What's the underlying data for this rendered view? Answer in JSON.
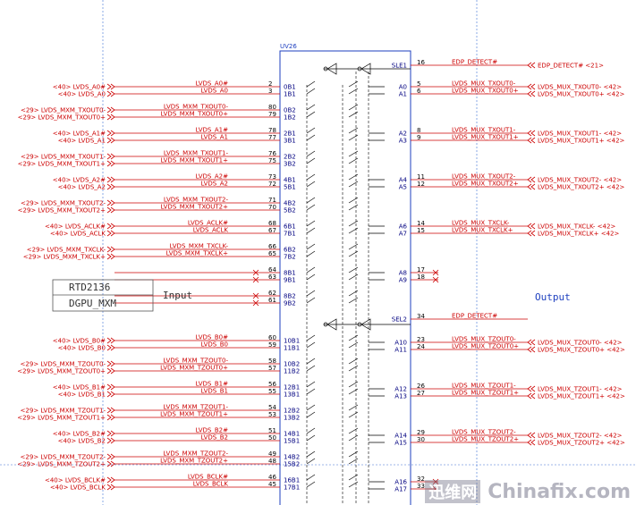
{
  "chip": {
    "name": "UV26",
    "left_pins": [
      "0B1",
      "1B1",
      "0B2",
      "1B2",
      "2B1",
      "3B1",
      "2B2",
      "3B2",
      "4B1",
      "5B1",
      "4B2",
      "5B2",
      "6B1",
      "7B1",
      "6B2",
      "7B2",
      "8B1",
      "9B1",
      "8B2",
      "9B2",
      "10B1",
      "11B1",
      "10B2",
      "11B2",
      "12B1",
      "13B1",
      "12B2",
      "13B2",
      "14B1",
      "15B1",
      "14B2",
      "15B2",
      "16B1",
      "17B1"
    ],
    "left_nums": [
      "2",
      "3",
      "80",
      "79",
      "78",
      "77",
      "76",
      "75",
      "73",
      "72",
      "71",
      "70",
      "68",
      "67",
      "66",
      "65",
      "64",
      "63",
      "62",
      "61",
      "60",
      "59",
      "58",
      "57",
      "56",
      "55",
      "54",
      "53",
      "51",
      "50",
      "49",
      "48",
      "46",
      "45"
    ],
    "right_pins": [
      "SLE1",
      "A0",
      "A1",
      "A2",
      "A3",
      "A4",
      "A5",
      "A6",
      "A7",
      "A8",
      "A9",
      "SEL2",
      "A10",
      "A11",
      "A12",
      "A13",
      "A14",
      "A15",
      "A16",
      "A17"
    ],
    "right_nums": [
      "16",
      "5",
      "6",
      "8",
      "9",
      "11",
      "12",
      "14",
      "15",
      "17",
      "18",
      "34",
      "23",
      "24",
      "26",
      "27",
      "29",
      "30",
      "32",
      "33"
    ]
  },
  "left_inputs": [
    {
      "ext": "<40> LVDS_A0#",
      "net": "LVDS_A0#"
    },
    {
      "ext": "<40> LVDS_A0",
      "net": "LVDS_A0"
    },
    {
      "ext": "<29> LVDS_MXM_TXOUT0-",
      "net": "LVDS_MXM_TXOUT0-"
    },
    {
      "ext": "<29> LVDS_MXM_TXOUT0+",
      "net": "LVDS_MXM_TXOUT0+"
    },
    {
      "ext": "<40> LVDS_A1#",
      "net": "LVDS_A1#"
    },
    {
      "ext": "<40> LVDS_A1",
      "net": "LVDS_A1"
    },
    {
      "ext": "<29> LVDS_MXM_TXOUT1-",
      "net": "LVDS_MXM_TXOUT1-"
    },
    {
      "ext": "<29> LVDS_MXM_TXOUT1+",
      "net": "LVDS_MXM_TXOUT1+"
    },
    {
      "ext": "<40> LVDS_A2#",
      "net": "LVDS_A2#"
    },
    {
      "ext": "<40> LVDS_A2",
      "net": "LVDS_A2"
    },
    {
      "ext": "<29> LVDS_MXM_TXOUT2-",
      "net": "LVDS_MXM_TXOUT2-"
    },
    {
      "ext": "<29> LVDS_MXM_TXOUT2+",
      "net": "LVDS_MXM_TXOUT2+"
    },
    {
      "ext": "<40> LVDS_ACLK#",
      "net": "LVDS_ACLK#"
    },
    {
      "ext": "<40> LVDS_ACLK",
      "net": "LVDS_ACLK"
    },
    {
      "ext": "<29> LVDS_MXM_TXCLK-",
      "net": "LVDS_MXM_TXCLK-"
    },
    {
      "ext": "<29> LVDS_MXM_TXCLK+",
      "net": "LVDS_MXM_TXCLK+"
    },
    {
      "ext": "",
      "net": ""
    },
    {
      "ext": "",
      "net": ""
    },
    {
      "ext": "",
      "net": ""
    },
    {
      "ext": "",
      "net": ""
    },
    {
      "ext": "<40> LVDS_B0#",
      "net": "LVDS_B0#"
    },
    {
      "ext": "<40> LVDS_B0",
      "net": "LVDS_B0"
    },
    {
      "ext": "<29> LVDS_MXM_TZOUT0-",
      "net": "LVDS_MXM_TZOUT0-"
    },
    {
      "ext": "<29> LVDS_MXM_TZOUT0+",
      "net": "LVDS_MXM_TZOUT0+"
    },
    {
      "ext": "<40> LVDS_B1#",
      "net": "LVDS_B1#"
    },
    {
      "ext": "<40> LVDS_B1",
      "net": "LVDS_B1"
    },
    {
      "ext": "<29> LVDS_MXM_TZOUT1-",
      "net": "LVDS_MXM_TZOUT1-"
    },
    {
      "ext": "<29> LVDS_MXM_TZOUT1+",
      "net": "LVDS_MXM_TZOUT1+"
    },
    {
      "ext": "<40> LVDS_B2#",
      "net": "LVDS_B2#"
    },
    {
      "ext": "<40> LVDS_B2",
      "net": "LVDS_B2"
    },
    {
      "ext": "<29> LVDS_MXM_TZOUT2-",
      "net": "LVDS_MXM_TZOUT2-"
    },
    {
      "ext": "<29> LVDS_MXM_TZOUT2+",
      "net": "LVDS_MXM_TZOUT2+"
    },
    {
      "ext": "<40> LVDS_BCLK#",
      "net": "LVDS_BCLK#"
    },
    {
      "ext": "<40> LVDS_BCLK",
      "net": "LVDS_BCLK"
    }
  ],
  "right_outputs": [
    {
      "net": "EDP_DETECT#",
      "ext": "EDP_DETECT# <21>"
    },
    {
      "net": "LVDS_MUX_TXOUT0-",
      "ext": "LVDS_MUX_TXOUT0- <42>"
    },
    {
      "net": "LVDS_MUX_TXOUT0+",
      "ext": "LVDS_MUX_TXOUT0+ <42>"
    },
    {
      "net": "LVDS_MUX_TXOUT1-",
      "ext": "LVDS_MUX_TXOUT1- <42>"
    },
    {
      "net": "LVDS_MUX_TXOUT1+",
      "ext": "LVDS_MUX_TXOUT1+ <42>"
    },
    {
      "net": "LVDS_MUX_TXOUT2-",
      "ext": "LVDS_MUX_TXOUT2- <42>"
    },
    {
      "net": "LVDS_MUX_TXOUT2+",
      "ext": "LVDS_MUX_TXOUT2+ <42>"
    },
    {
      "net": "LVDS_MUX_TXCLK-",
      "ext": "LVDS_MUX_TXCLK- <42>"
    },
    {
      "net": "LVDS_MUX_TXCLK+",
      "ext": "LVDS_MUX_TXCLK+ <42>"
    },
    {
      "net": "",
      "ext": ""
    },
    {
      "net": "",
      "ext": ""
    },
    {
      "net": "EDP_DETECT#",
      "ext": ""
    },
    {
      "net": "LVDS_MUX_TZOUT0-",
      "ext": "LVDS_MUX_TZOUT0- <42>"
    },
    {
      "net": "LVDS_MUX_TZOUT0+",
      "ext": "LVDS_MUX_TZOUT0+ <42>"
    },
    {
      "net": "LVDS_MUX_TZOUT1-",
      "ext": "LVDS_MUX_TZOUT1- <42>"
    },
    {
      "net": "LVDS_MUX_TZOUT1+",
      "ext": "LVDS_MUX_TZOUT1+ <42>"
    },
    {
      "net": "LVDS_MUX_TZOUT2-",
      "ext": "LVDS_MUX_TZOUT2- <42>"
    },
    {
      "net": "LVDS_MUX_TZOUT2+",
      "ext": "LVDS_MUX_TZOUT2+ <42>"
    },
    {
      "net": "",
      "ext": ""
    },
    {
      "net": "",
      "ext": ""
    }
  ],
  "labels": {
    "box_line1": "RTD2136",
    "box_line2": "DGPU_MXM",
    "input": "Input",
    "output": "Output"
  },
  "watermark": {
    "left": "迅维网",
    "right": "Chinafix.com"
  }
}
